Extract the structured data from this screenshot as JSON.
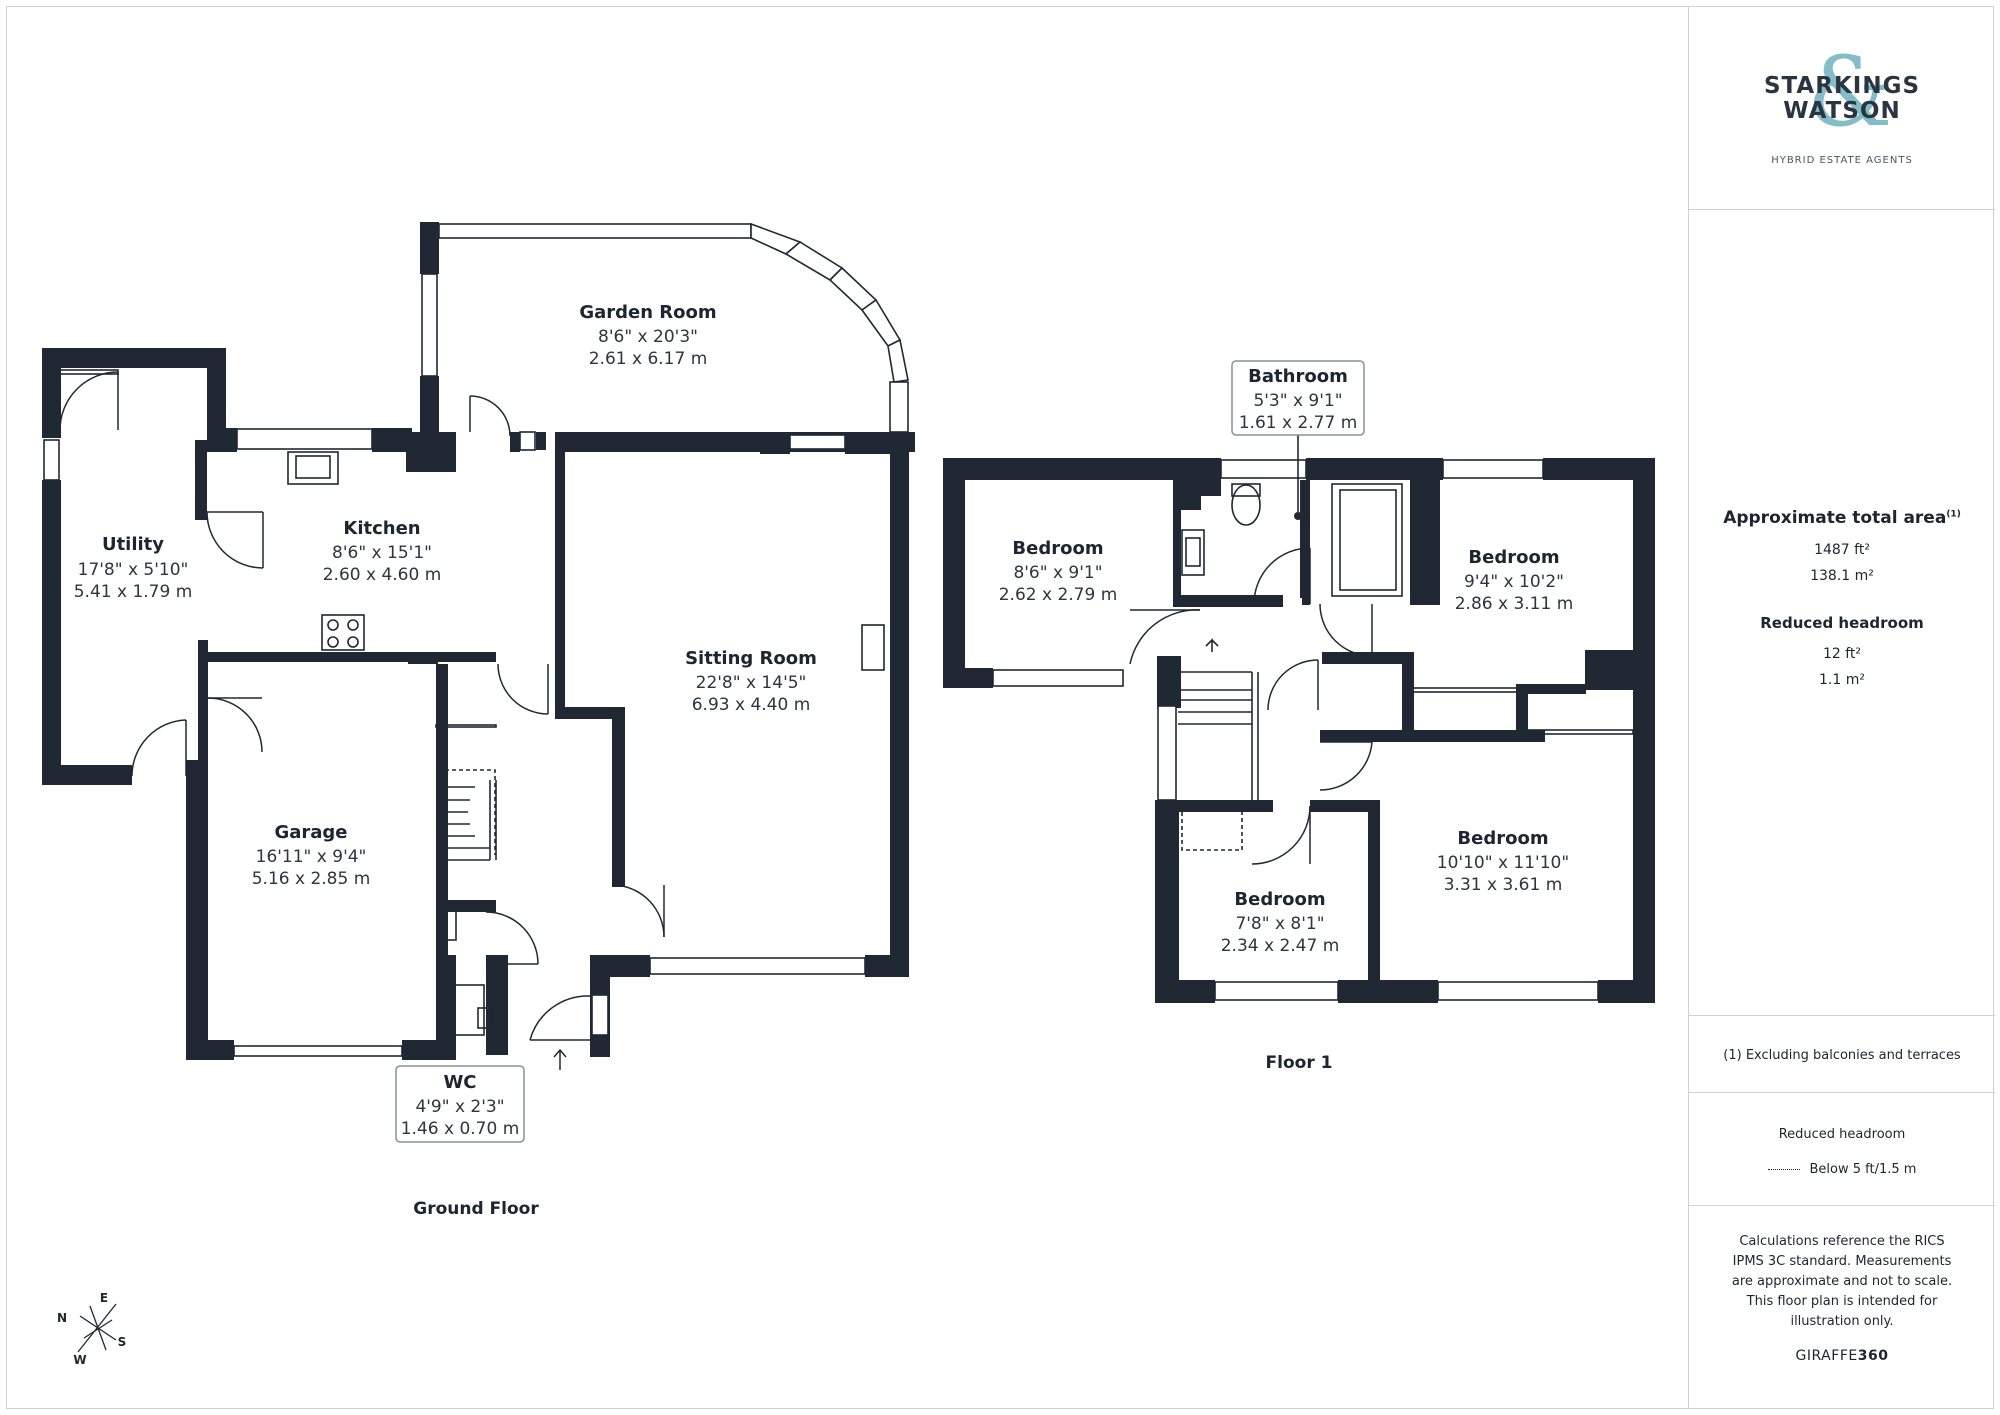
{
  "floors": [
    {
      "label": "Ground Floor"
    },
    {
      "label": "Floor 1"
    }
  ],
  "rooms": {
    "garden_room": {
      "name": "Garden Room",
      "imperial": "8'6\" x 20'3\"",
      "metric": "2.61 x 6.17 m"
    },
    "utility": {
      "name": "Utility",
      "imperial": "17'8\" x 5'10\"",
      "metric": "5.41 x 1.79 m"
    },
    "kitchen": {
      "name": "Kitchen",
      "imperial": "8'6\" x 15'1\"",
      "metric": "2.60 x 4.60 m"
    },
    "sitting_room": {
      "name": "Sitting Room",
      "imperial": "22'8\" x 14'5\"",
      "metric": "6.93 x 4.40 m"
    },
    "garage": {
      "name": "Garage",
      "imperial": "16'11\" x 9'4\"",
      "metric": "5.16 x 2.85 m"
    },
    "wc": {
      "name": "WC",
      "imperial": "4'9\" x 2'3\"",
      "metric": "1.46 x 0.70 m"
    },
    "bathroom": {
      "name": "Bathroom",
      "imperial": "5'3\" x 9'1\"",
      "metric": "1.61 x 2.77 m"
    },
    "bedroom_1": {
      "name": "Bedroom",
      "imperial": "8'6\" x 9'1\"",
      "metric": "2.62 x 2.79 m"
    },
    "bedroom_2": {
      "name": "Bedroom",
      "imperial": "9'4\" x 10'2\"",
      "metric": "2.86 x 3.11 m"
    },
    "bedroom_3": {
      "name": "Bedroom",
      "imperial": "10'10\" x 11'10\"",
      "metric": "3.31 x 3.61 m"
    },
    "bedroom_4": {
      "name": "Bedroom",
      "imperial": "7'8\" x 8'1\"",
      "metric": "2.34 x 2.47 m"
    }
  },
  "compass": {
    "n": "N",
    "e": "E",
    "s": "S",
    "w": "W"
  },
  "logo": {
    "line1": "STARKINGS",
    "amp": "&",
    "line2": "WATSON",
    "tagline": "HYBRID ESTATE AGENTS"
  },
  "area": {
    "title": "Approximate total area",
    "title_note": "(1)",
    "total_ft": "1487 ft²",
    "total_m": "138.1 m²",
    "reduced_title": "Reduced headroom",
    "reduced_ft": "12 ft²",
    "reduced_m": "1.1 m²"
  },
  "note": "(1) Excluding balconies and terraces",
  "legend": {
    "title": "Reduced headroom",
    "item": "Below 5 ft/1.5 m"
  },
  "disclaimer": "Calculations reference the RICS IPMS 3C standard. Measurements are approximate and not to scale. This floor plan is intended for illustration only.",
  "brand": {
    "light": "GIRAFFE",
    "bold": "360"
  },
  "colors": {
    "wall": "#1f2833",
    "accent": "#6fb1bf",
    "divider": "#cfd3d8"
  }
}
